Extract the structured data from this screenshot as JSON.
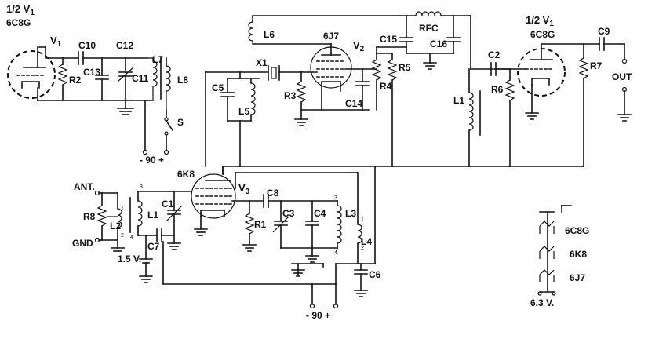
{
  "labels": {
    "v1_top_left": "1/2 V",
    "v1_top_left_sub": "1",
    "v1_top_left_type": "6C8G",
    "v1_left_tag": "V",
    "v1_left_tag_sub": "1",
    "v1_right": "1/2 V",
    "v1_right_sub": "1",
    "v1_right_type": "6C8G",
    "v2_type": "6J7",
    "v2_tag": "V",
    "v2_tag_sub": "2",
    "v3_type": "6K8",
    "v3_tag": "V",
    "v3_tag_sub": "3",
    "c10": "C10",
    "c12": "C12",
    "c13": "C13",
    "c11": "C11",
    "l7": "L7",
    "l8": "L8",
    "r2": "R2",
    "s": "S",
    "minus90_a": "- 90 +",
    "l6": "L6",
    "x1": "X1",
    "c5": "C5",
    "l5": "L5",
    "r3": "R3",
    "c14": "C14",
    "r4": "R4",
    "r5": "R5",
    "c15": "C15",
    "rfc": "RFC",
    "c16": "C16",
    "c2": "C2",
    "r6": "R6",
    "l1_top": "L1",
    "r7": "R7",
    "c9": "C9",
    "out": "OUT",
    "ant": "ANT.",
    "gnd": "GND",
    "r8": "R8",
    "l2": "L2",
    "l1": "L1",
    "c1": "C1",
    "c7": "C7",
    "v15": "1.5 V.",
    "c8": "C8",
    "r1": "R1",
    "c3": "C3",
    "c4": "C4",
    "l3": "L3",
    "l4": "L4",
    "c6": "C6",
    "minus90_b": "- 90 +",
    "leg_6c8g": "6C8G",
    "leg_6k8": "6K8",
    "leg_6j7": "6J7",
    "v63": "6.3 V.",
    "pin1": "1",
    "pin2": "2",
    "pin3": "3",
    "pin4": "4"
  }
}
